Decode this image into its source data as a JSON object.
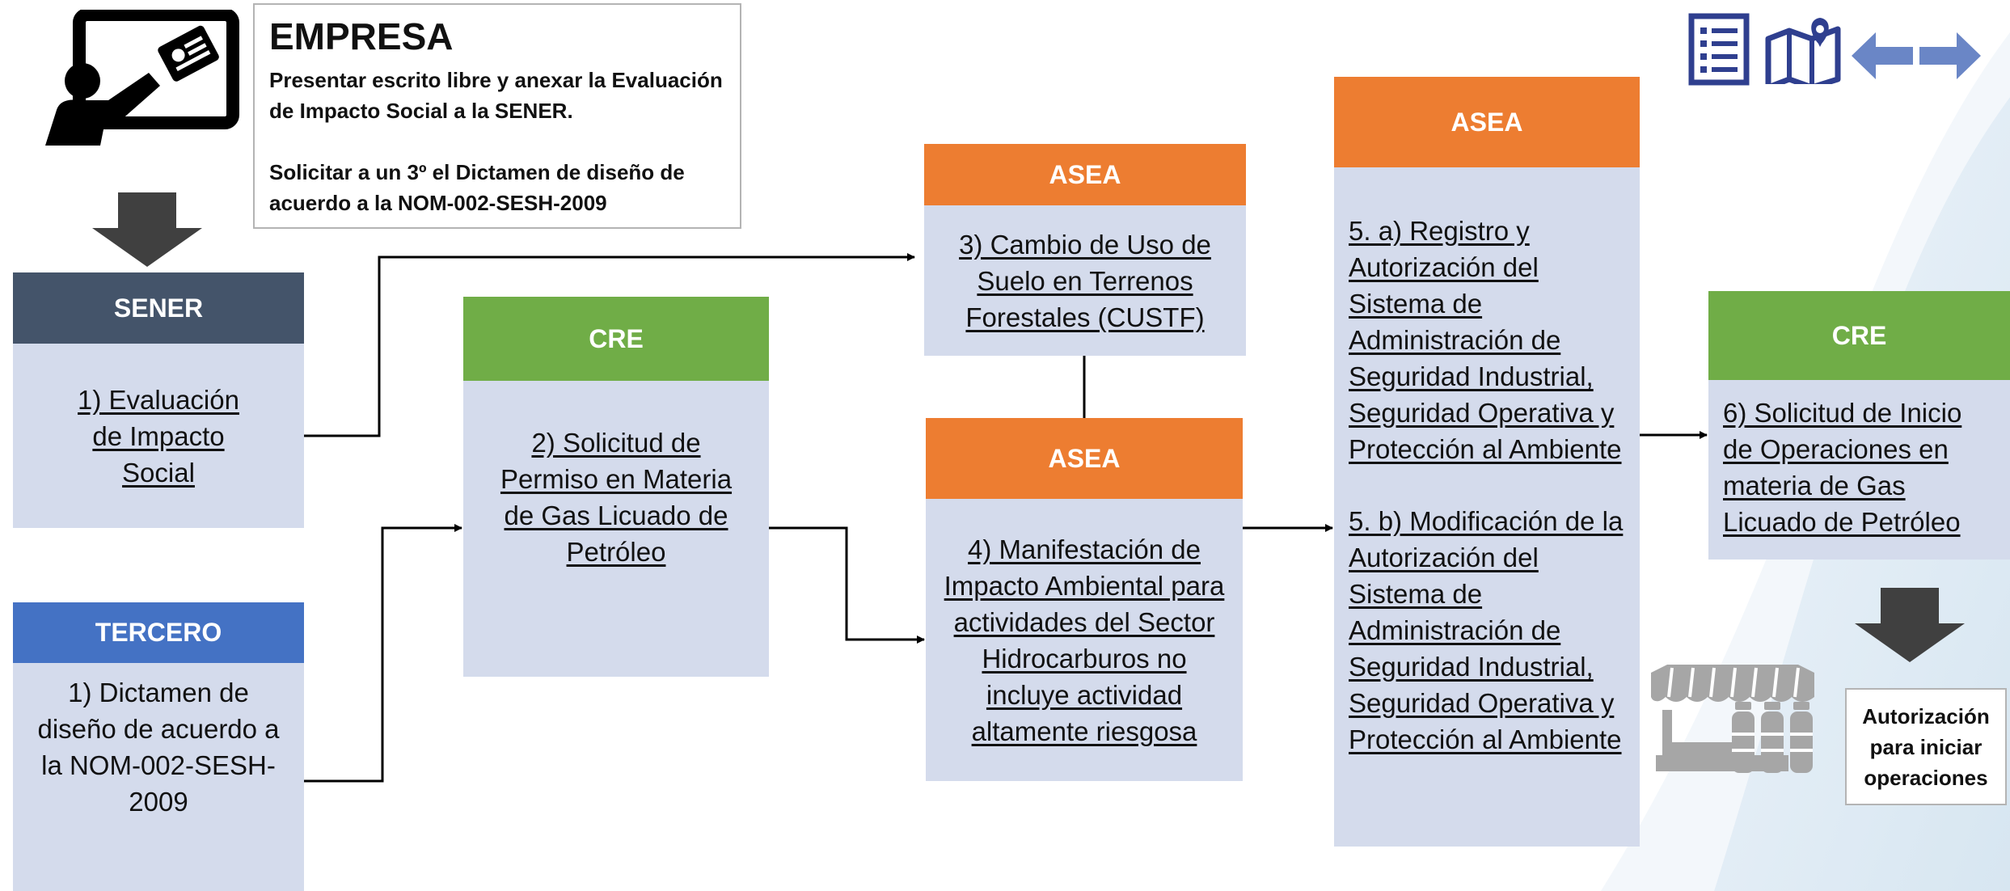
{
  "empresa": {
    "title": "EMPRESA",
    "line1": "Presentar escrito libre y anexar la Evaluación de Impacto Social a la SENER.",
    "line2": "Solicitar a un 3º el Dictamen de diseño de acuerdo a la NOM-002-SESH-2009"
  },
  "boxes": {
    "sener": {
      "header": "SENER",
      "body": "1) Evaluación de Impacto Social"
    },
    "tercero": {
      "header": "TERCERO",
      "body": "1) Dictamen de diseño de acuerdo a la NOM-002-SESH-2009"
    },
    "cre1": {
      "header": "CRE",
      "body": "2) Solicitud de Permiso en Materia de Gas Licuado de Petróleo"
    },
    "asea3": {
      "header": "ASEA",
      "body": "3) Cambio de Uso de Suelo en Terrenos Forestales (CUSTF)"
    },
    "asea4": {
      "header": "ASEA",
      "body": "4) Manifestación de Impacto Ambiental para actividades del Sector Hidrocarburos no incluye actividad altamente riesgosa"
    },
    "asea5": {
      "header": "ASEA",
      "a": "5. a) Registro y Autorización del Sistema de Administración de Seguridad Industrial, Seguridad Operativa y Protección al Ambiente",
      "b": "5. b) Modificación de la Autorización del Sistema de Administración de Seguridad Industrial, Seguridad Operativa y Protección al Ambiente"
    },
    "cre6": {
      "header": "CRE",
      "body": "6) Solicitud de Inicio de Operaciones en materia de Gas Licuado de Petróleo"
    }
  },
  "final": "Autorización para iniciar operaciones",
  "colors": {
    "sener": "#44546a",
    "cre": "#70ad47",
    "asea": "#ed7d31",
    "tercero": "#4472c4",
    "body": "#d4dbec",
    "nav_icons": "#2f3f8f",
    "nav_arrows": "#6a86c6"
  },
  "icons": [
    "presenter-icon",
    "list-icon",
    "map-icon",
    "back-arrow-icon",
    "forward-arrow-icon",
    "store-icon",
    "gas-cylinders-icon"
  ]
}
